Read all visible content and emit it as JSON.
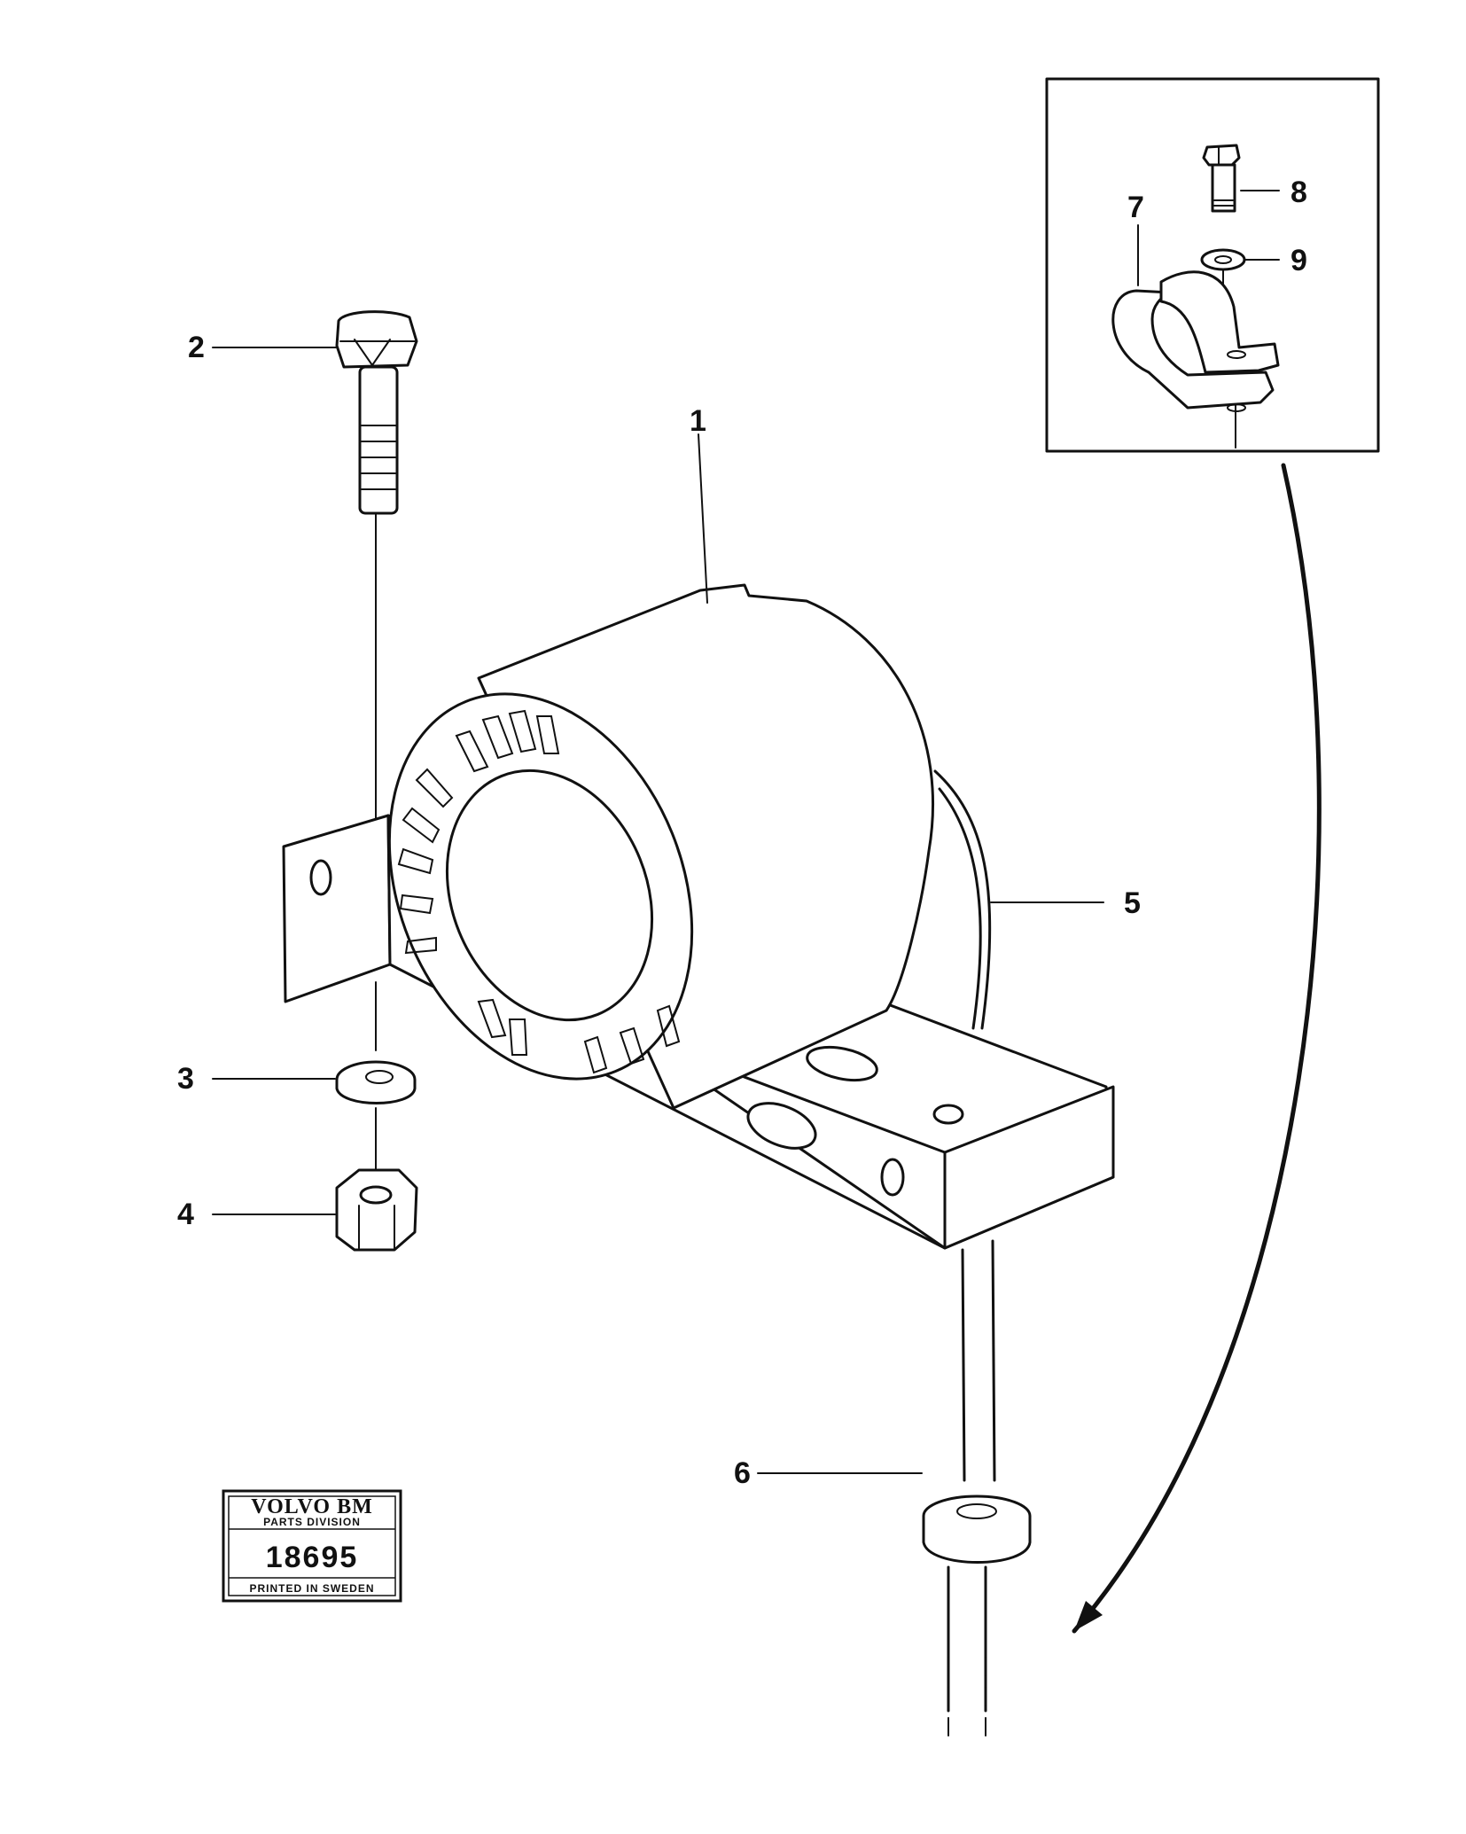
{
  "callouts": [
    {
      "id": "1",
      "text": "1"
    },
    {
      "id": "2",
      "text": "2"
    },
    {
      "id": "3",
      "text": "3"
    },
    {
      "id": "4",
      "text": "4"
    },
    {
      "id": "5",
      "text": "5"
    },
    {
      "id": "6",
      "text": "6"
    },
    {
      "id": "7",
      "text": "7"
    },
    {
      "id": "8",
      "text": "8"
    },
    {
      "id": "9",
      "text": "9"
    }
  ],
  "stamp": {
    "brand": "VOLVO BM",
    "division": "PARTS DIVISION",
    "number": "18695",
    "footer": "PRINTED IN SWEDEN"
  }
}
